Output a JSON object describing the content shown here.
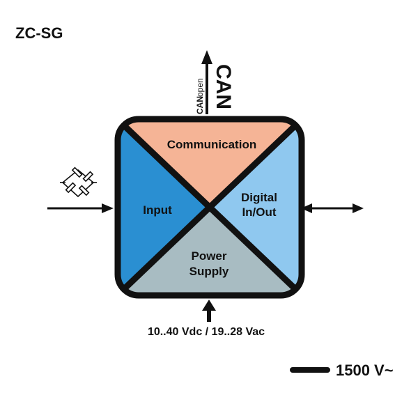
{
  "title": "ZC-SG",
  "sections": {
    "communication": {
      "label": "Communication",
      "color": "#f5b496"
    },
    "input": {
      "label": "Input",
      "color": "#2a8fd2"
    },
    "digital": {
      "line1": "Digital",
      "line2": "In/Out",
      "color": "#8fc8ef"
    },
    "power": {
      "line1": "Power",
      "line2": "Supply",
      "color": "#a8bcc2"
    }
  },
  "canopen": {
    "can_small": "CAN",
    "open": "open",
    "can_large": "CAN"
  },
  "power_supply_spec": "10..40 Vdc / 19..28 Vac",
  "isolation": "1500 V~",
  "icons": {
    "bridge_sensor": "strain-gauge-bridge-icon",
    "input_arrow": "right-arrow",
    "digital_arrow": "double-arrow",
    "power_arrow": "up-arrow",
    "can_arrow": "up-arrow"
  },
  "stroke_color": "#111111"
}
